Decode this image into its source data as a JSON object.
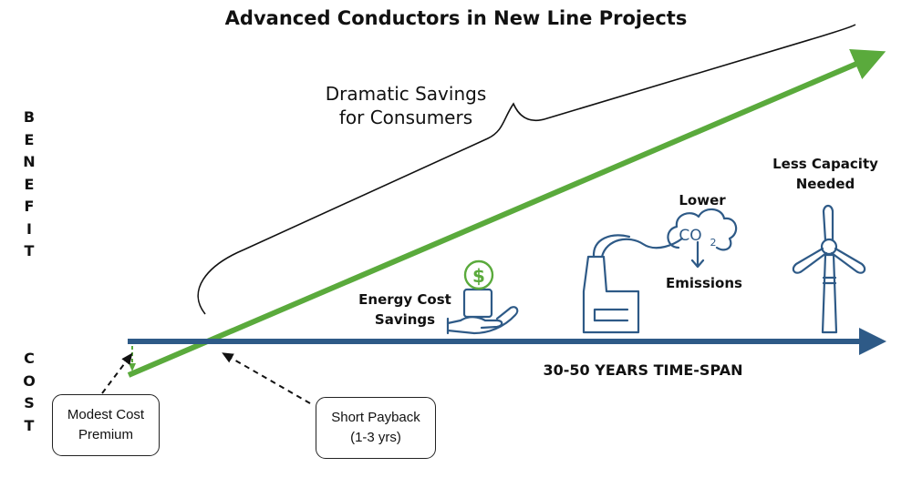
{
  "title": "Advanced Conductors in New Line Projects",
  "axis": {
    "benefit_label": "B\nE\nN\nE\nF\nI\nT",
    "cost_label": "C\nO\nS\nT",
    "time_label": "30-50 YEARS TIME-SPAN"
  },
  "annotations": {
    "dramatic_savings": "Dramatic Savings\nfor Consumers",
    "energy_cost_savings": "Energy Cost\nSavings",
    "lower": "Lower",
    "co2": "CO",
    "co2_sub": "2",
    "emissions": "Emissions",
    "less_capacity": "Less Capacity\nNeeded",
    "dollar": "$"
  },
  "callouts": {
    "modest_cost_premium": "Modest Cost\nPremium",
    "short_payback": "Short Payback\n(1-3 yrs)"
  },
  "colors": {
    "benefit_line": "#5aaa3c",
    "time_axis": "#2e5a87",
    "icon": "#2e5a87",
    "dollar_icon": "#5aaa3c",
    "text": "#111111"
  }
}
